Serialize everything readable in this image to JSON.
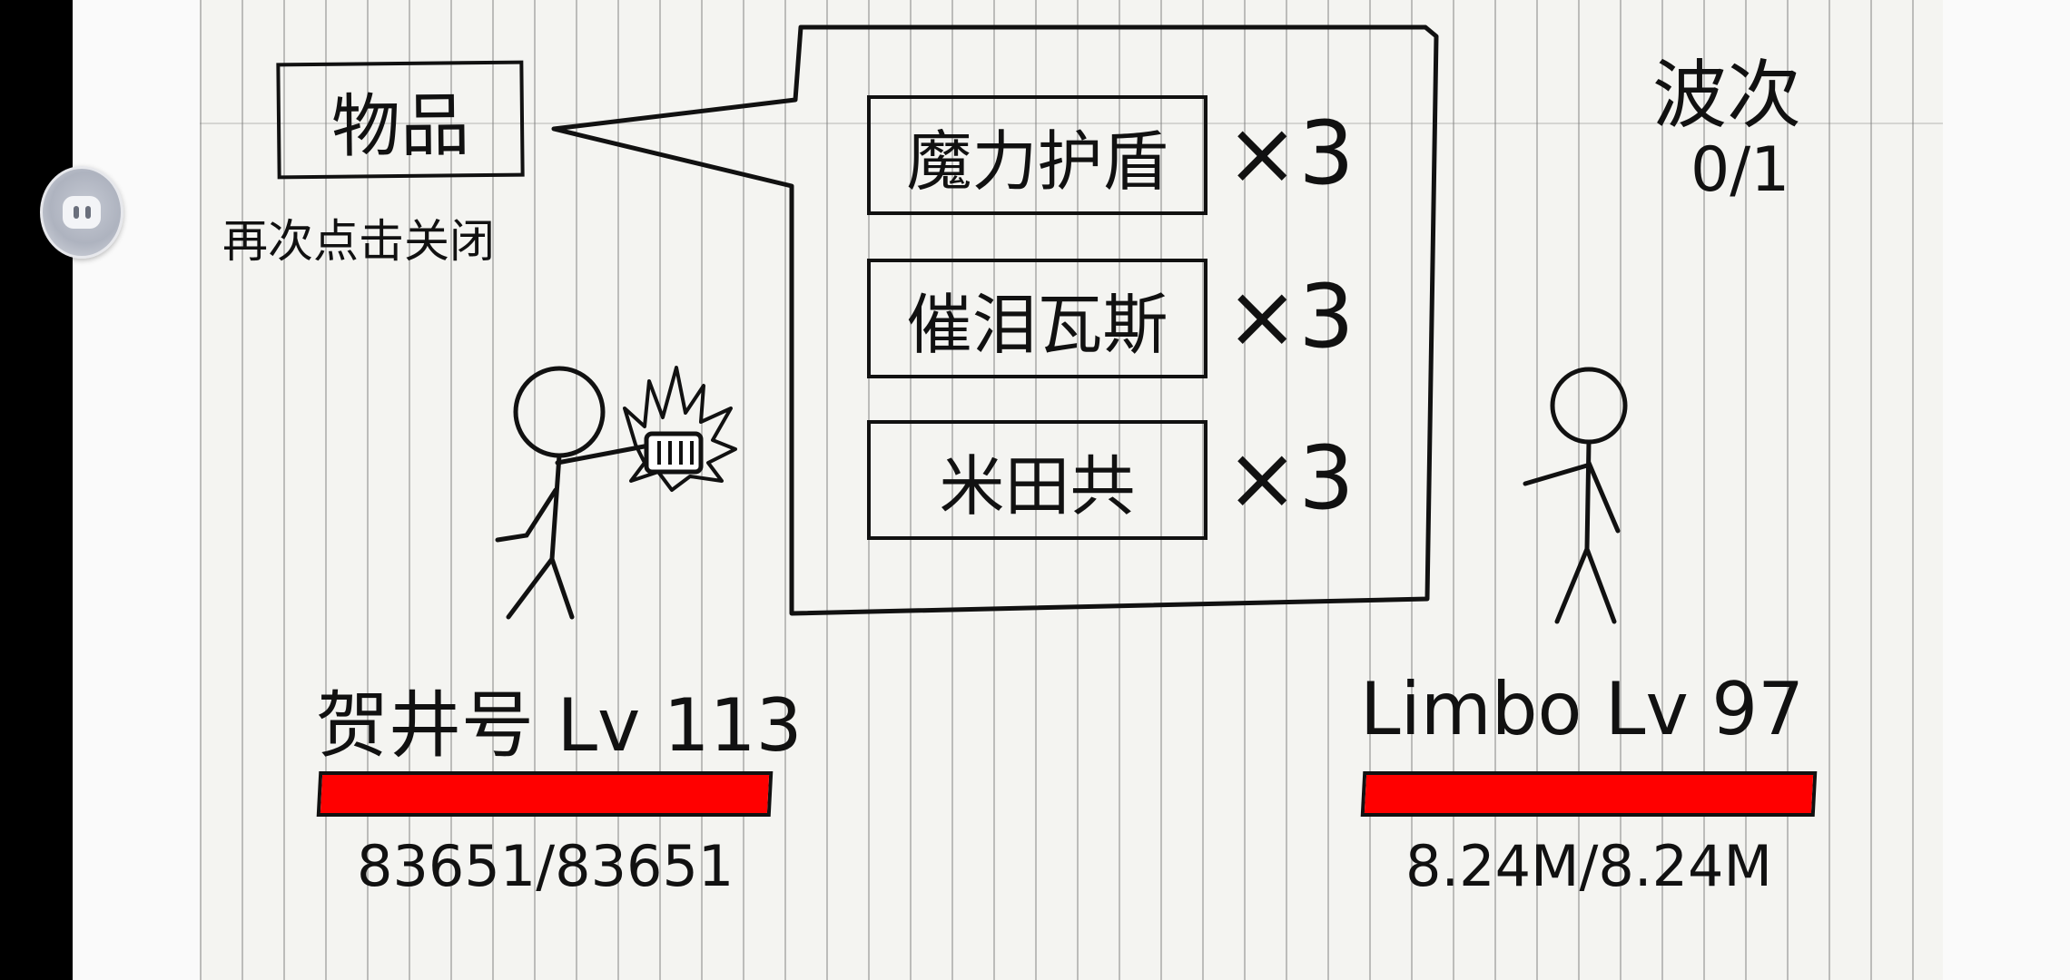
{
  "menu": {
    "items_button_label": "物品",
    "close_hint": "再次点击关闭"
  },
  "inventory": [
    {
      "name": "魔力护盾",
      "quantity": "×3"
    },
    {
      "name": "催泪瓦斯",
      "quantity": "×3"
    },
    {
      "name": "米田共",
      "quantity": "×3"
    }
  ],
  "wave": {
    "label": "波次",
    "value": "0/1"
  },
  "player": {
    "name": "贺井号",
    "level": "Lv 113",
    "hp_text": "83651/83651",
    "hp_fraction": 1.0
  },
  "enemy": {
    "name": "Limbo",
    "level": "Lv 97",
    "hp_text": "8.24M/8.24M",
    "hp_fraction": 1.0
  },
  "colors": {
    "hp_bar": "#ff0000",
    "ink": "#111111",
    "paper": "#f4f4f1"
  }
}
